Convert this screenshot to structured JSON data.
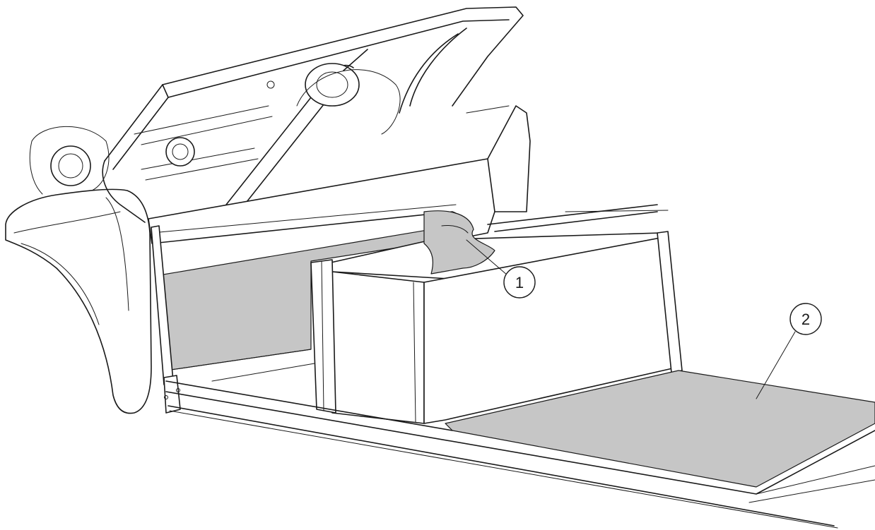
{
  "callouts": [
    {
      "number": "1",
      "target": "mat-under-seat-lip"
    },
    {
      "number": "2",
      "target": "floor-mat"
    }
  ],
  "colors": {
    "line": "#1a1a1a",
    "mat_fill": "#c6c6c6",
    "background": "#ffffff"
  }
}
